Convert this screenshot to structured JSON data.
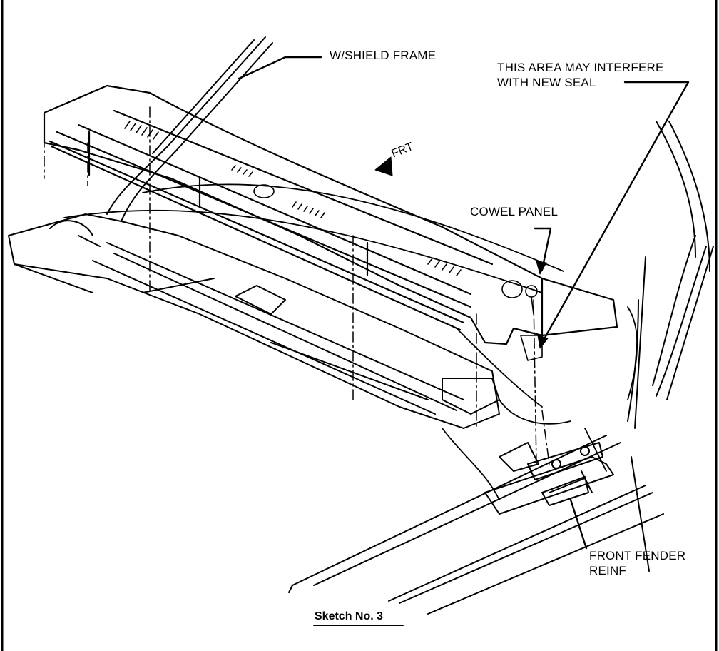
{
  "labels": {
    "windshield_frame": "W/SHIELD FRAME",
    "interference_line1": "THIS AREA MAY INTERFERE",
    "interference_line2": "WITH NEW SEAL",
    "front": "FRT",
    "cowel_panel": "COWEL PANEL",
    "fender_line1": "FRONT FENDER",
    "fender_line2": "REINF"
  },
  "caption": "Sketch No. 3",
  "colors": {
    "ink": "#000000",
    "paper": "#ffffff"
  },
  "icons": {
    "front_direction": "filled-triangle-arrow-icon"
  }
}
